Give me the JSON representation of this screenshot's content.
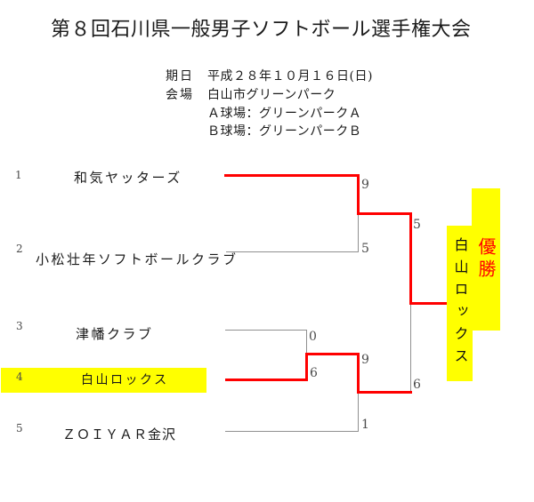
{
  "title": "第８回石川県一般男子ソフトボール選手権大会",
  "info": {
    "date_label": "期日",
    "date_value": "平成２８年１０月１６日(日)",
    "venue_label": "会場",
    "venue_value": "白山市グリーンパーク",
    "field_a": "Ａ球場：グリーンパークＡ",
    "field_b": "Ｂ球場：グリーンパークＢ"
  },
  "bracket": {
    "teams": [
      {
        "seed": "1",
        "name": "和気ヤッターズ"
      },
      {
        "seed": "2",
        "name": "小松壮年ソフトボールクラブ"
      },
      {
        "seed": "3",
        "name": "津幡クラブ"
      },
      {
        "seed": "4",
        "name": "白山ロックス"
      },
      {
        "seed": "5",
        "name": "ＺＯＩＹＡＲ金沢"
      }
    ],
    "scores": {
      "match1_top": "9",
      "match1_bottom": "5",
      "match2_top": "0",
      "match2_bottom": "6",
      "semi_top": "9",
      "semi_bottom": "1",
      "final_top": "5",
      "final_bottom": "6"
    }
  },
  "champion": {
    "label": "優勝",
    "name": "白山ロックス"
  },
  "colors": {
    "winner_line": "#ff0000",
    "normal_line": "#909090",
    "highlight": "#ffff00",
    "champion_label_text": "#ff0000",
    "score_text": "#4a4a4a"
  }
}
